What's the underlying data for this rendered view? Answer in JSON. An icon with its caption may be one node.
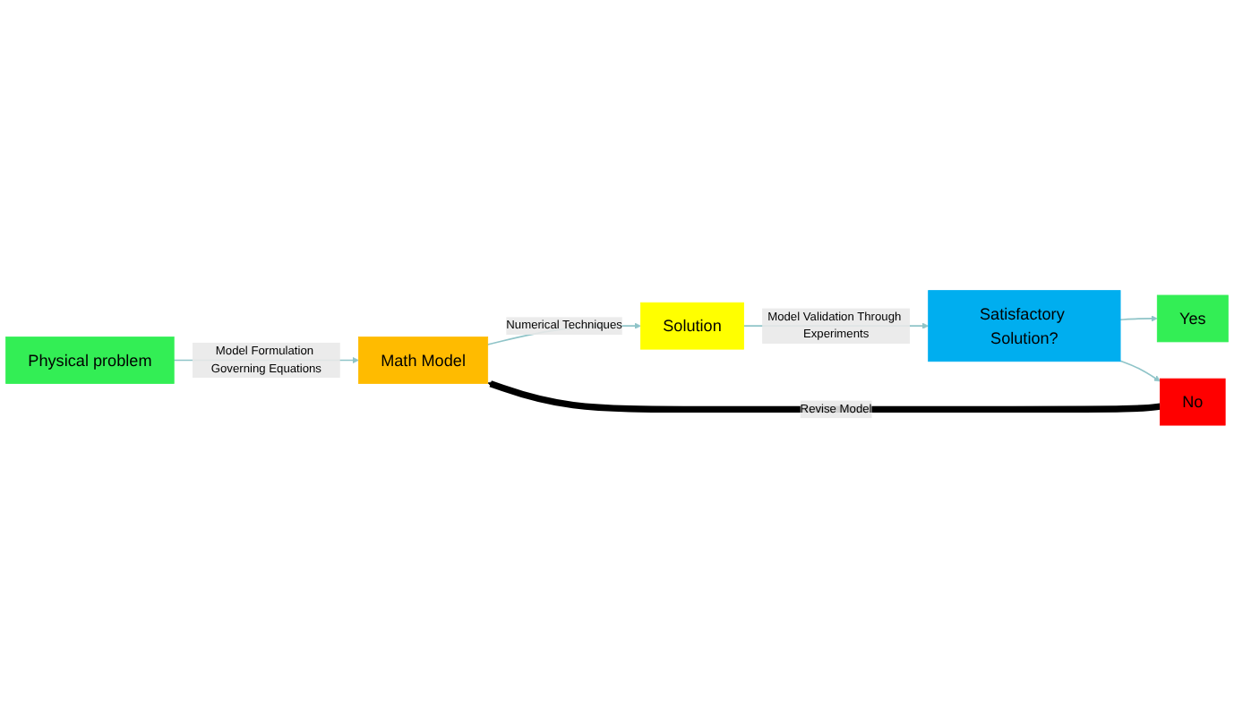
{
  "diagram": {
    "nodes": [
      {
        "text": [
          "Physical problem"
        ]
      },
      {
        "text": [
          "Math Model"
        ]
      },
      {
        "text": [
          "Yes"
        ]
      },
      {
        "text": [
          "No"
        ]
      },
      {
        "text": [
          "Satisfactory Solution?"
        ]
      },
      {
        "text": [
          "Solution"
        ]
      }
    ],
    "edges": [
      {
        "from": 0,
        "to": 1,
        "arrow": "to",
        "label": "Model Formulation Governing Equations"
      },
      {
        "from": 1,
        "to": 5,
        "arrow": "to",
        "label": "Numerical Techniques"
      },
      {
        "from": 5,
        "to": 4,
        "arrow": "to",
        "label": "Model Validation Through Experiments"
      },
      {
        "from": 4,
        "to": 2,
        "arrow": "to"
      },
      {
        "from": 4,
        "to": 3,
        "arrow": "to"
      },
      {
        "from": 3,
        "to": 1,
        "arrow": "to",
        "label": "Revise Model",
        "style": "thick",
        "color": "#000000"
      }
    ]
  }
}
